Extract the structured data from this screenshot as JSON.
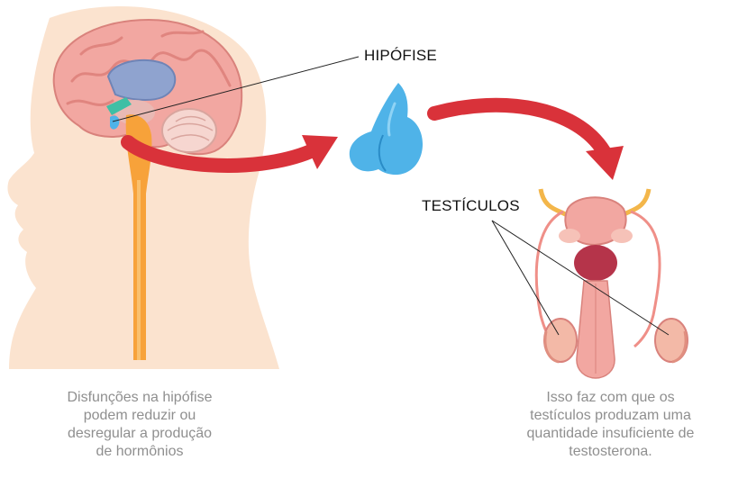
{
  "labels": {
    "pituitary": "HIPÓFISE",
    "testicles": "TESTÍCULOS"
  },
  "captions": {
    "left": [
      "Disfunções na hipófise",
      "podem reduzir ou",
      "desregular a produção",
      "de hormônios"
    ],
    "right": [
      "Isso faz com que os",
      "testículos produzam uma",
      "quantidade insuficiente de",
      "testosterona."
    ]
  },
  "colors": {
    "skin": "#fbe3cf",
    "arrow": "#d9323a",
    "gland": "#4fb3e8",
    "brain": "#f2a7a1",
    "text": "#111111",
    "caption": "#8f8f8f"
  }
}
